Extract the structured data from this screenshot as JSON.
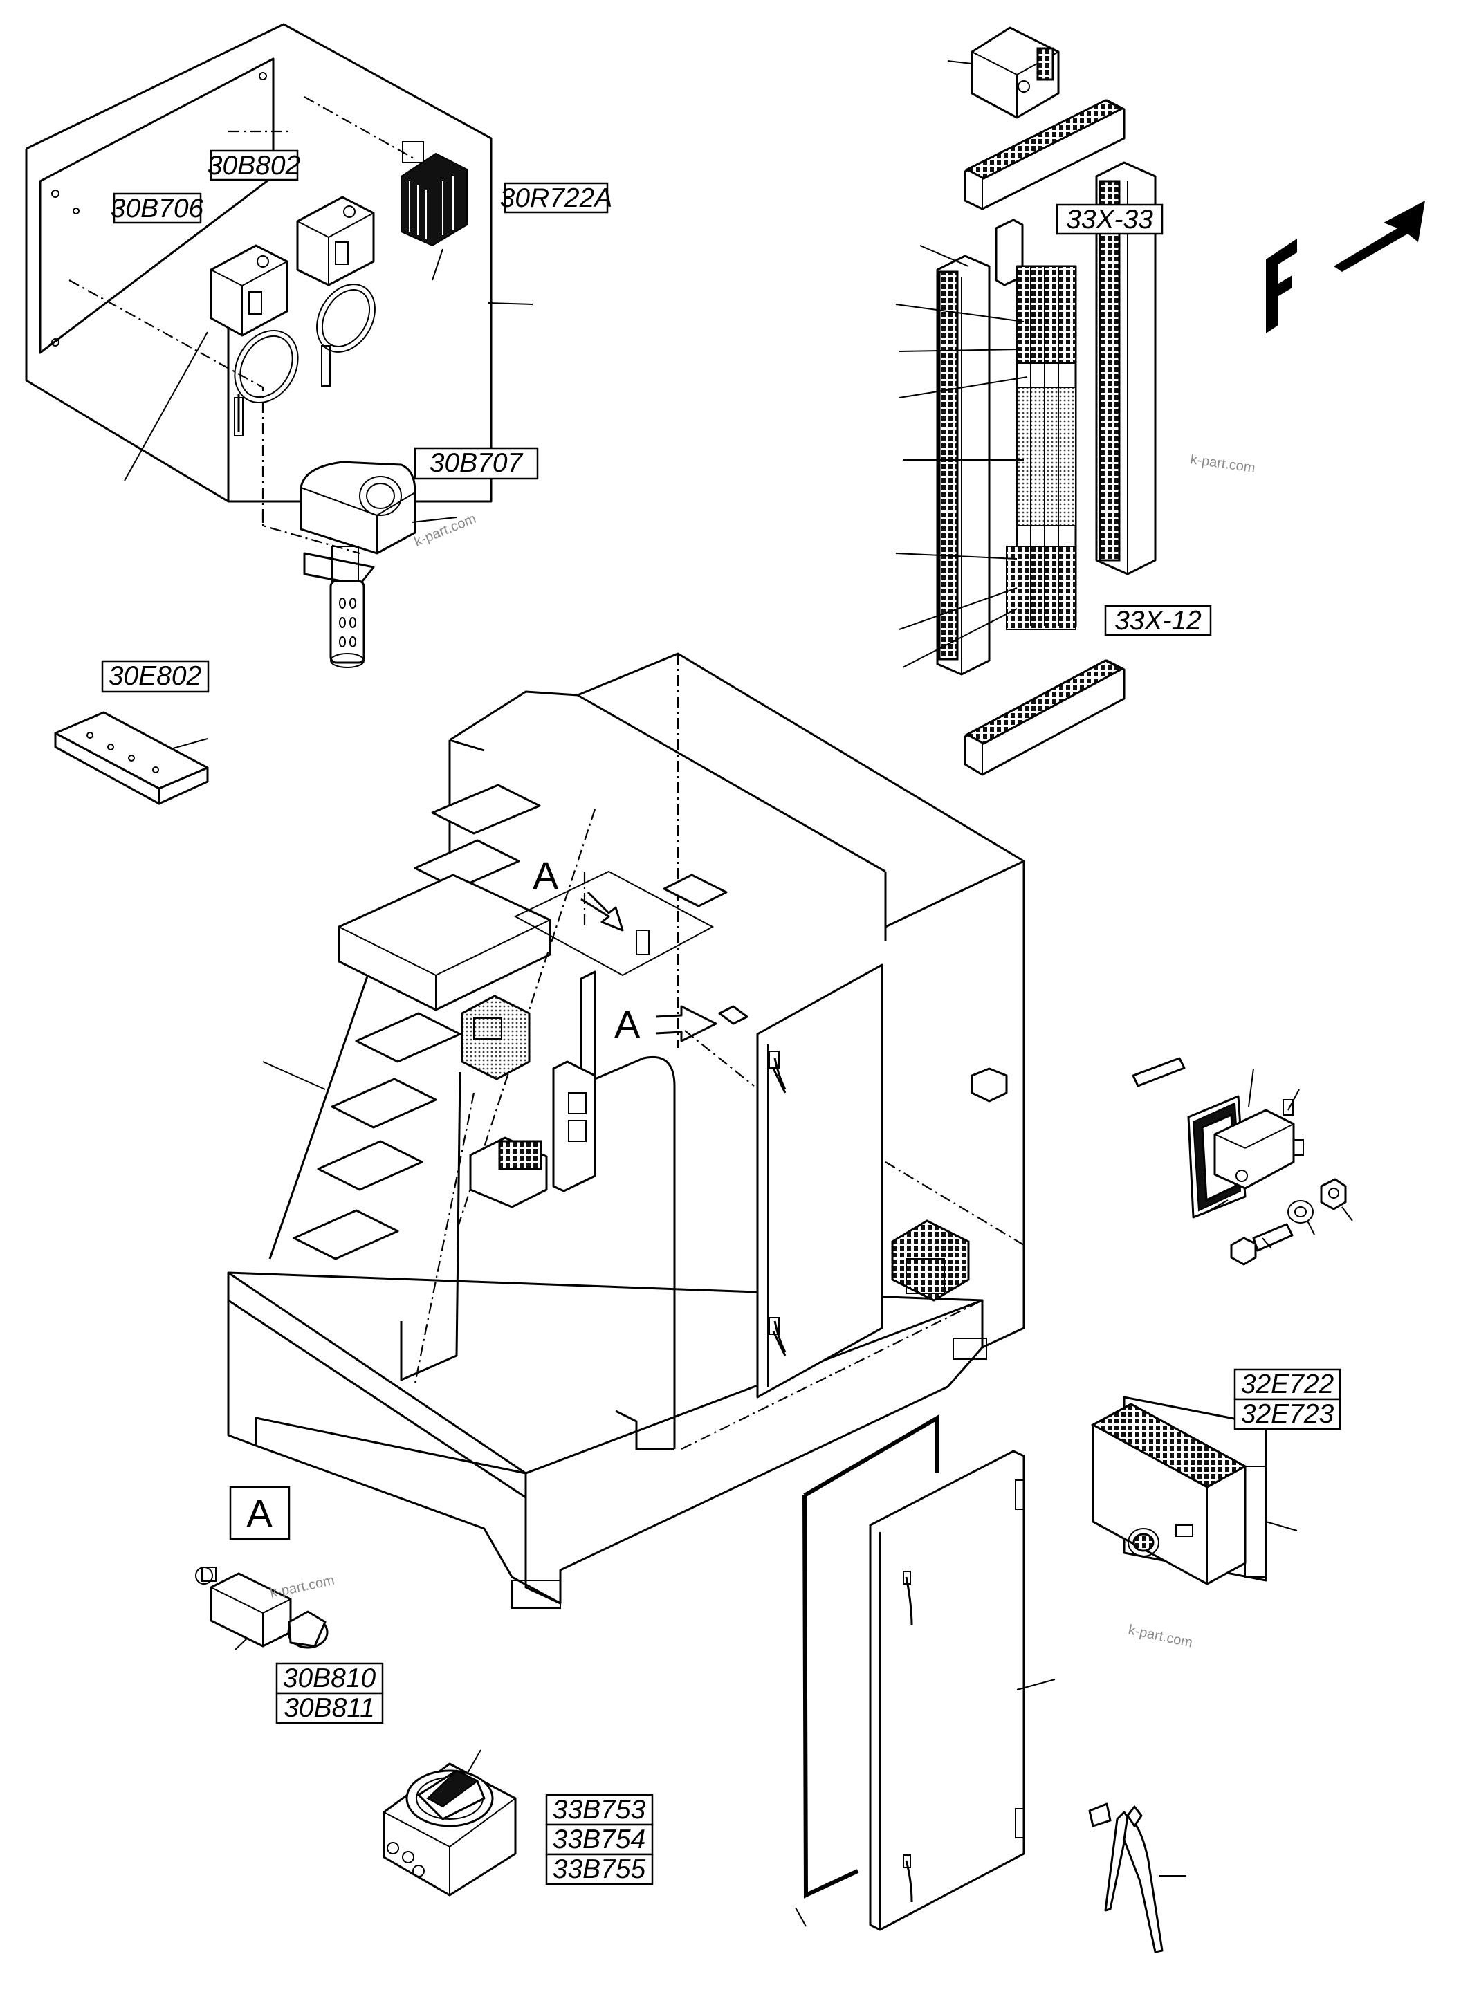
{
  "labels": {
    "l_30B802": "30B802",
    "l_30B706": "30B706",
    "l_30R722A": "30R722A",
    "l_30B707": "30B707",
    "l_30E802": "30E802",
    "l_33X33": "33X-33",
    "l_33X12": "33X-12",
    "l_32E722": "32E722",
    "l_32E723": "32E723",
    "l_30B810": "30B810",
    "l_30B811": "30B811",
    "l_33B753": "33B753",
    "l_33B754": "33B754",
    "l_33B755": "33B755"
  },
  "markers": {
    "detail_a_box": "A",
    "view_a_upper": "A",
    "view_a_lower": "A",
    "front_direction": "F"
  },
  "watermarks": {
    "wm1": "k-part.com",
    "wm2": "k-part.com",
    "wm3": "k-part.com",
    "wm4": "k-part.com"
  }
}
